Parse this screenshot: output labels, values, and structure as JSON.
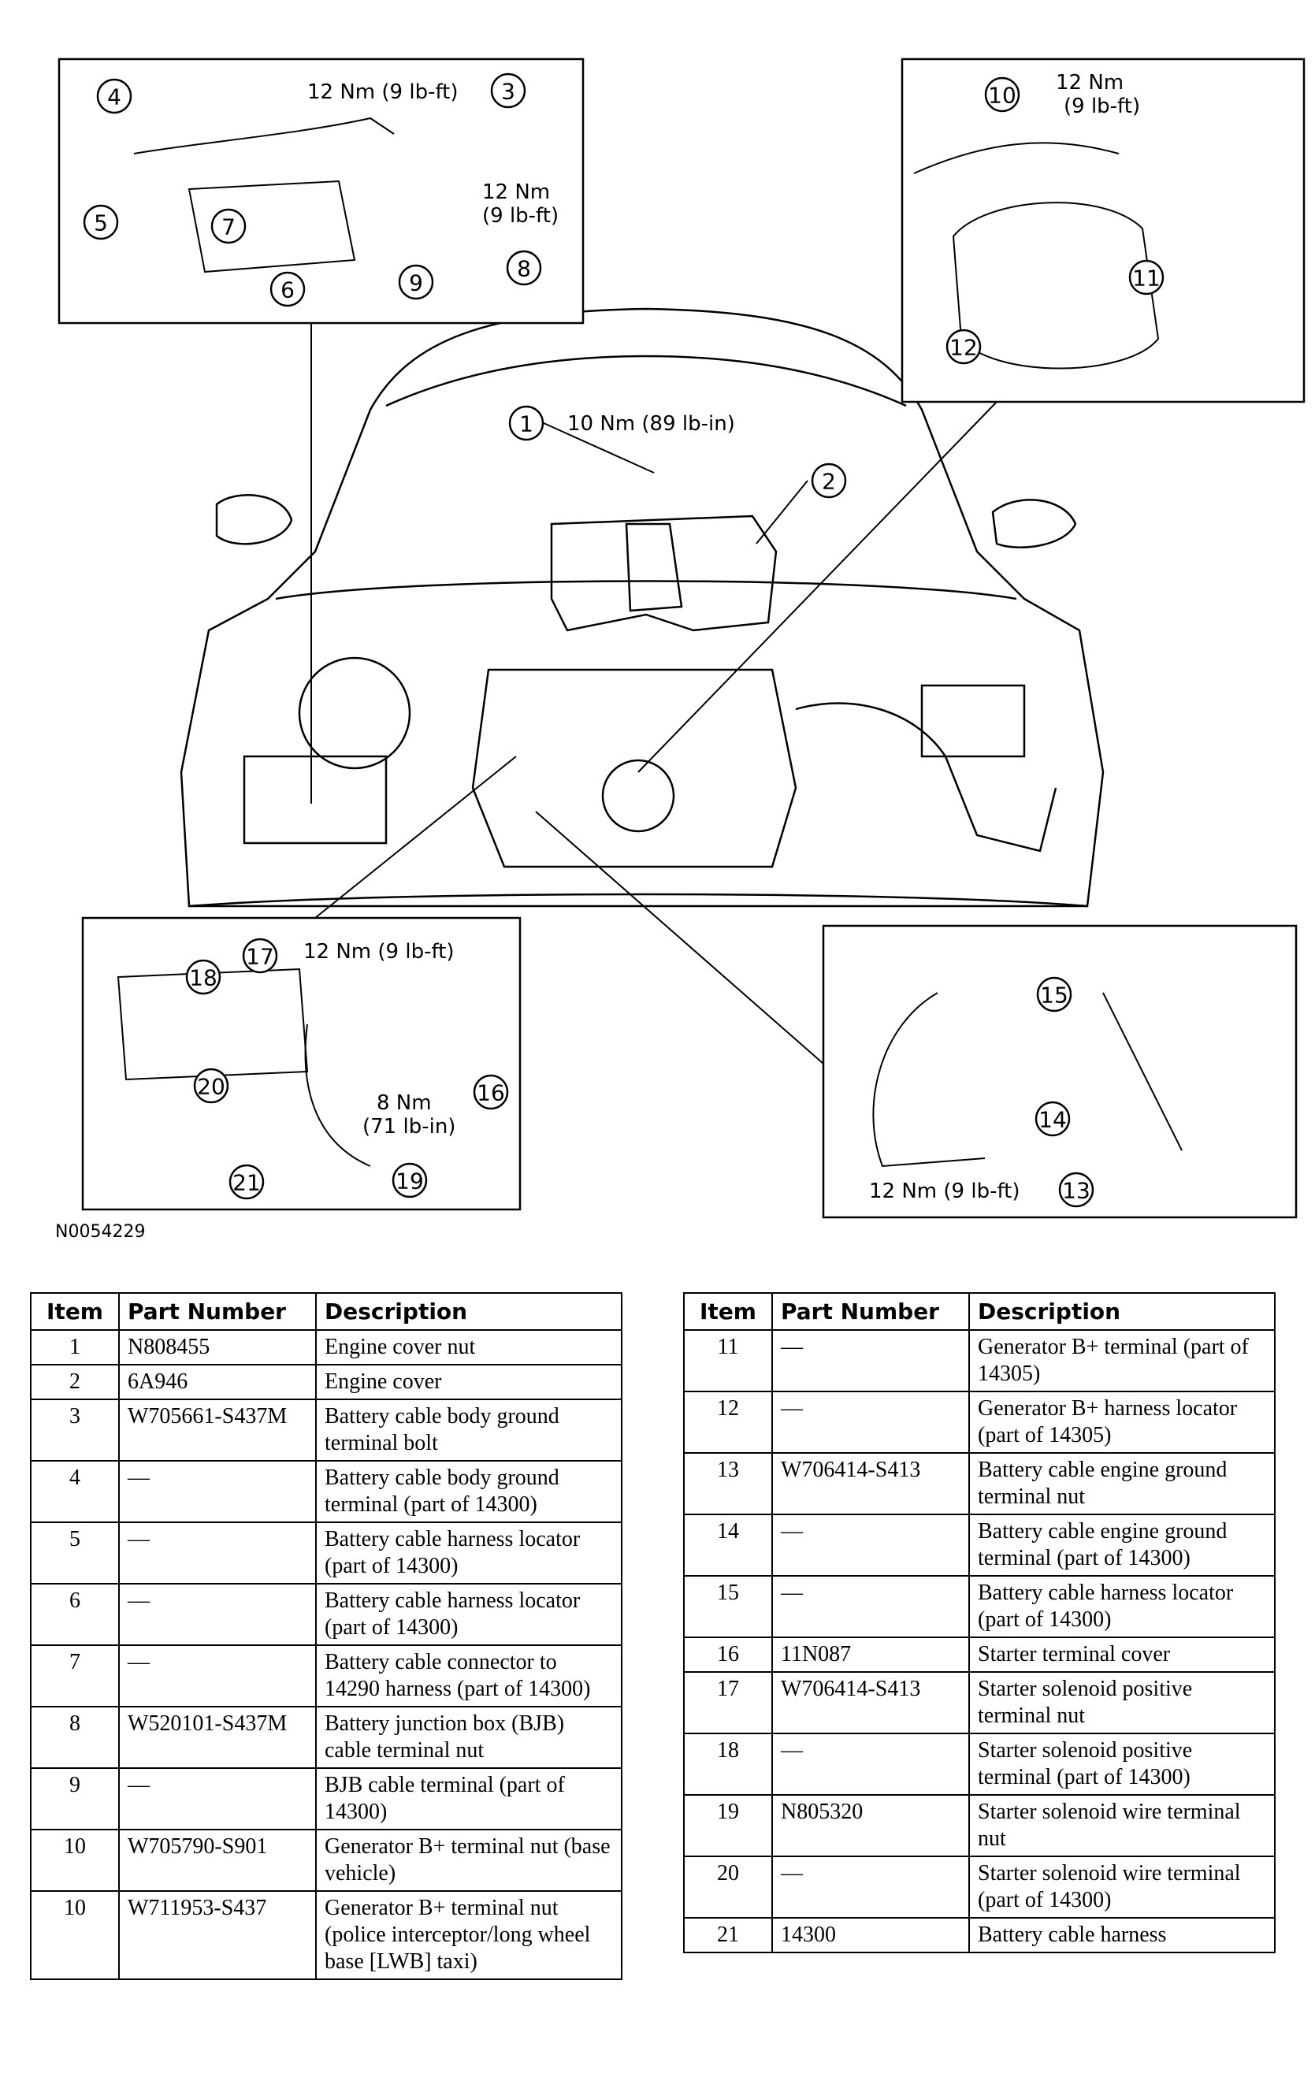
{
  "figure_id": "N0054229",
  "callouts": {
    "t1": "10 Nm (89 lb-in)",
    "t3": "12 Nm (9 lb-ft)",
    "t8a": "12 Nm",
    "t8b": "(9 lb-ft)",
    "t10a": "12 Nm",
    "t10b": "(9 lb-ft)",
    "t17": "12 Nm (9 lb-ft)",
    "t19a": "8 Nm",
    "t19b": "(71 lb-in)",
    "t13": "12 Nm (9 lb-ft)"
  },
  "bubbles": [
    "1",
    "2",
    "3",
    "4",
    "5",
    "6",
    "7",
    "8",
    "9",
    "10",
    "11",
    "12",
    "13",
    "14",
    "15",
    "16",
    "17",
    "18",
    "19",
    "20",
    "21"
  ],
  "table": {
    "headers": {
      "item": "Item",
      "part": "Part Number",
      "desc": "Description"
    },
    "left_rows": [
      {
        "item": "1",
        "part": "N808455",
        "desc": "Engine cover nut"
      },
      {
        "item": "2",
        "part": "6A946",
        "desc": "Engine cover"
      },
      {
        "item": "3",
        "part": "W705661-S437M",
        "desc": "Battery cable body ground terminal bolt"
      },
      {
        "item": "4",
        "part": "—",
        "desc": "Battery cable body ground terminal (part of 14300)"
      },
      {
        "item": "5",
        "part": "—",
        "desc": "Battery cable harness locator (part of 14300)"
      },
      {
        "item": "6",
        "part": "—",
        "desc": "Battery cable harness locator (part of 14300)"
      },
      {
        "item": "7",
        "part": "—",
        "desc": "Battery cable connector to 14290 harness (part of 14300)"
      },
      {
        "item": "8",
        "part": "W520101-S437M",
        "desc": "Battery junction box (BJB) cable terminal nut"
      },
      {
        "item": "9",
        "part": "—",
        "desc": "BJB cable terminal (part of 14300)"
      },
      {
        "item": "10",
        "part": "W705790-S901",
        "desc": "Generator B+ terminal nut (base vehicle)"
      },
      {
        "item": "10",
        "part": "W711953-S437",
        "desc": "Generator B+ terminal nut (police interceptor/long wheel base [LWB] taxi)"
      }
    ],
    "right_rows": [
      {
        "item": "11",
        "part": "—",
        "desc": "Generator B+ terminal (part of 14305)"
      },
      {
        "item": "12",
        "part": "—",
        "desc": "Generator B+ harness locator (part of 14305)"
      },
      {
        "item": "13",
        "part": "W706414-S413",
        "desc": "Battery cable engine ground terminal nut"
      },
      {
        "item": "14",
        "part": "—",
        "desc": "Battery cable engine ground terminal (part of 14300)"
      },
      {
        "item": "15",
        "part": "—",
        "desc": "Battery cable harness locator (part of 14300)"
      },
      {
        "item": "16",
        "part": "11N087",
        "desc": "Starter terminal cover"
      },
      {
        "item": "17",
        "part": "W706414-S413",
        "desc": "Starter solenoid positive terminal nut"
      },
      {
        "item": "18",
        "part": "—",
        "desc": "Starter solenoid positive terminal (part of 14300)"
      },
      {
        "item": "19",
        "part": "N805320",
        "desc": "Starter solenoid wire terminal nut"
      },
      {
        "item": "20",
        "part": "—",
        "desc": "Starter solenoid wire terminal (part of 14300)"
      },
      {
        "item": "21",
        "part": "14300",
        "desc": "Battery cable harness"
      }
    ]
  }
}
